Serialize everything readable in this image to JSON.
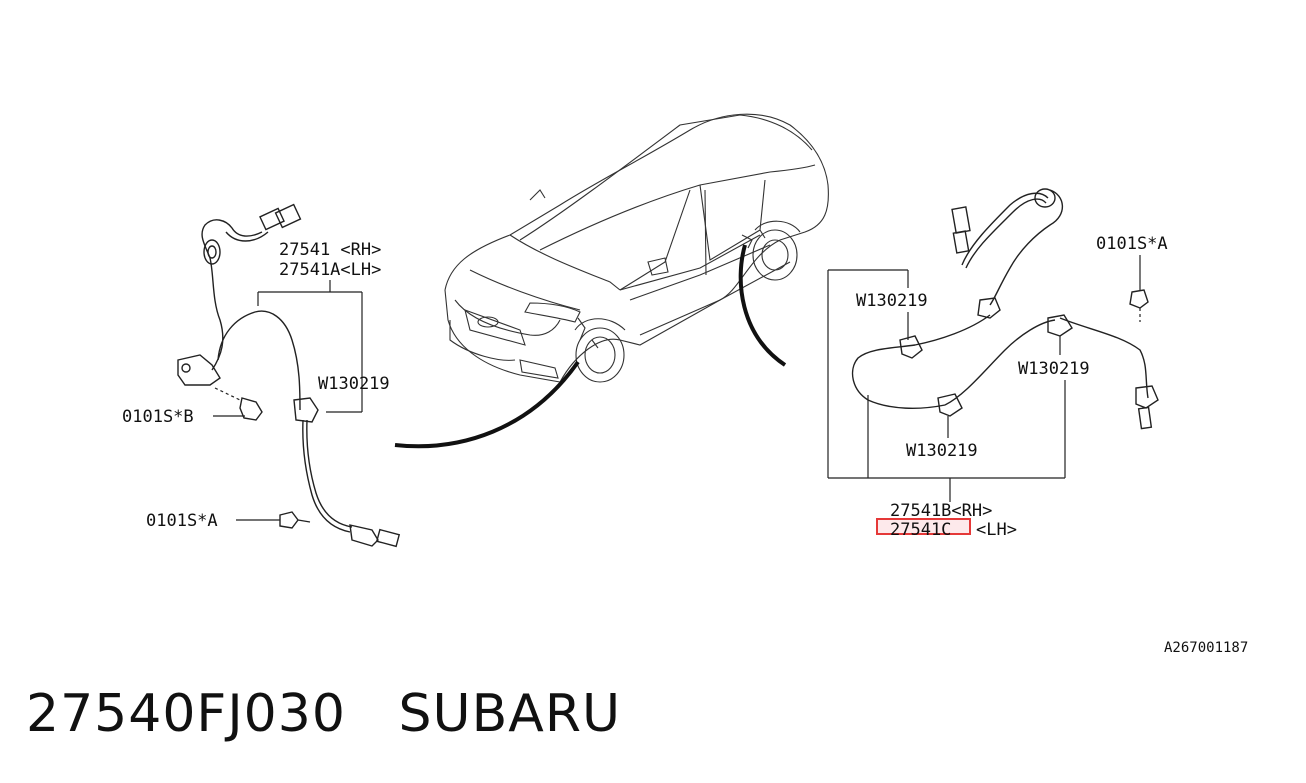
{
  "diagram": {
    "labels": {
      "left_rh": "27541 <RH>",
      "left_lh": "27541A<LH>",
      "left_clip": "W130219",
      "left_bolt_b": "0101S*B",
      "left_bolt_a": "0101S*A",
      "right_bolt_a": "0101S*A",
      "right_clip_top": "W130219",
      "right_clip_mid": "W130219",
      "right_clip_bottom": "W130219",
      "right_rh": "27541B<RH>",
      "right_lh_code": "27541C",
      "right_lh_suffix": "<LH>"
    },
    "code": "A267001187",
    "highlight_color": "#e53838"
  },
  "title": {
    "part_number": "27540FJ030",
    "brand": "SUBARU"
  }
}
